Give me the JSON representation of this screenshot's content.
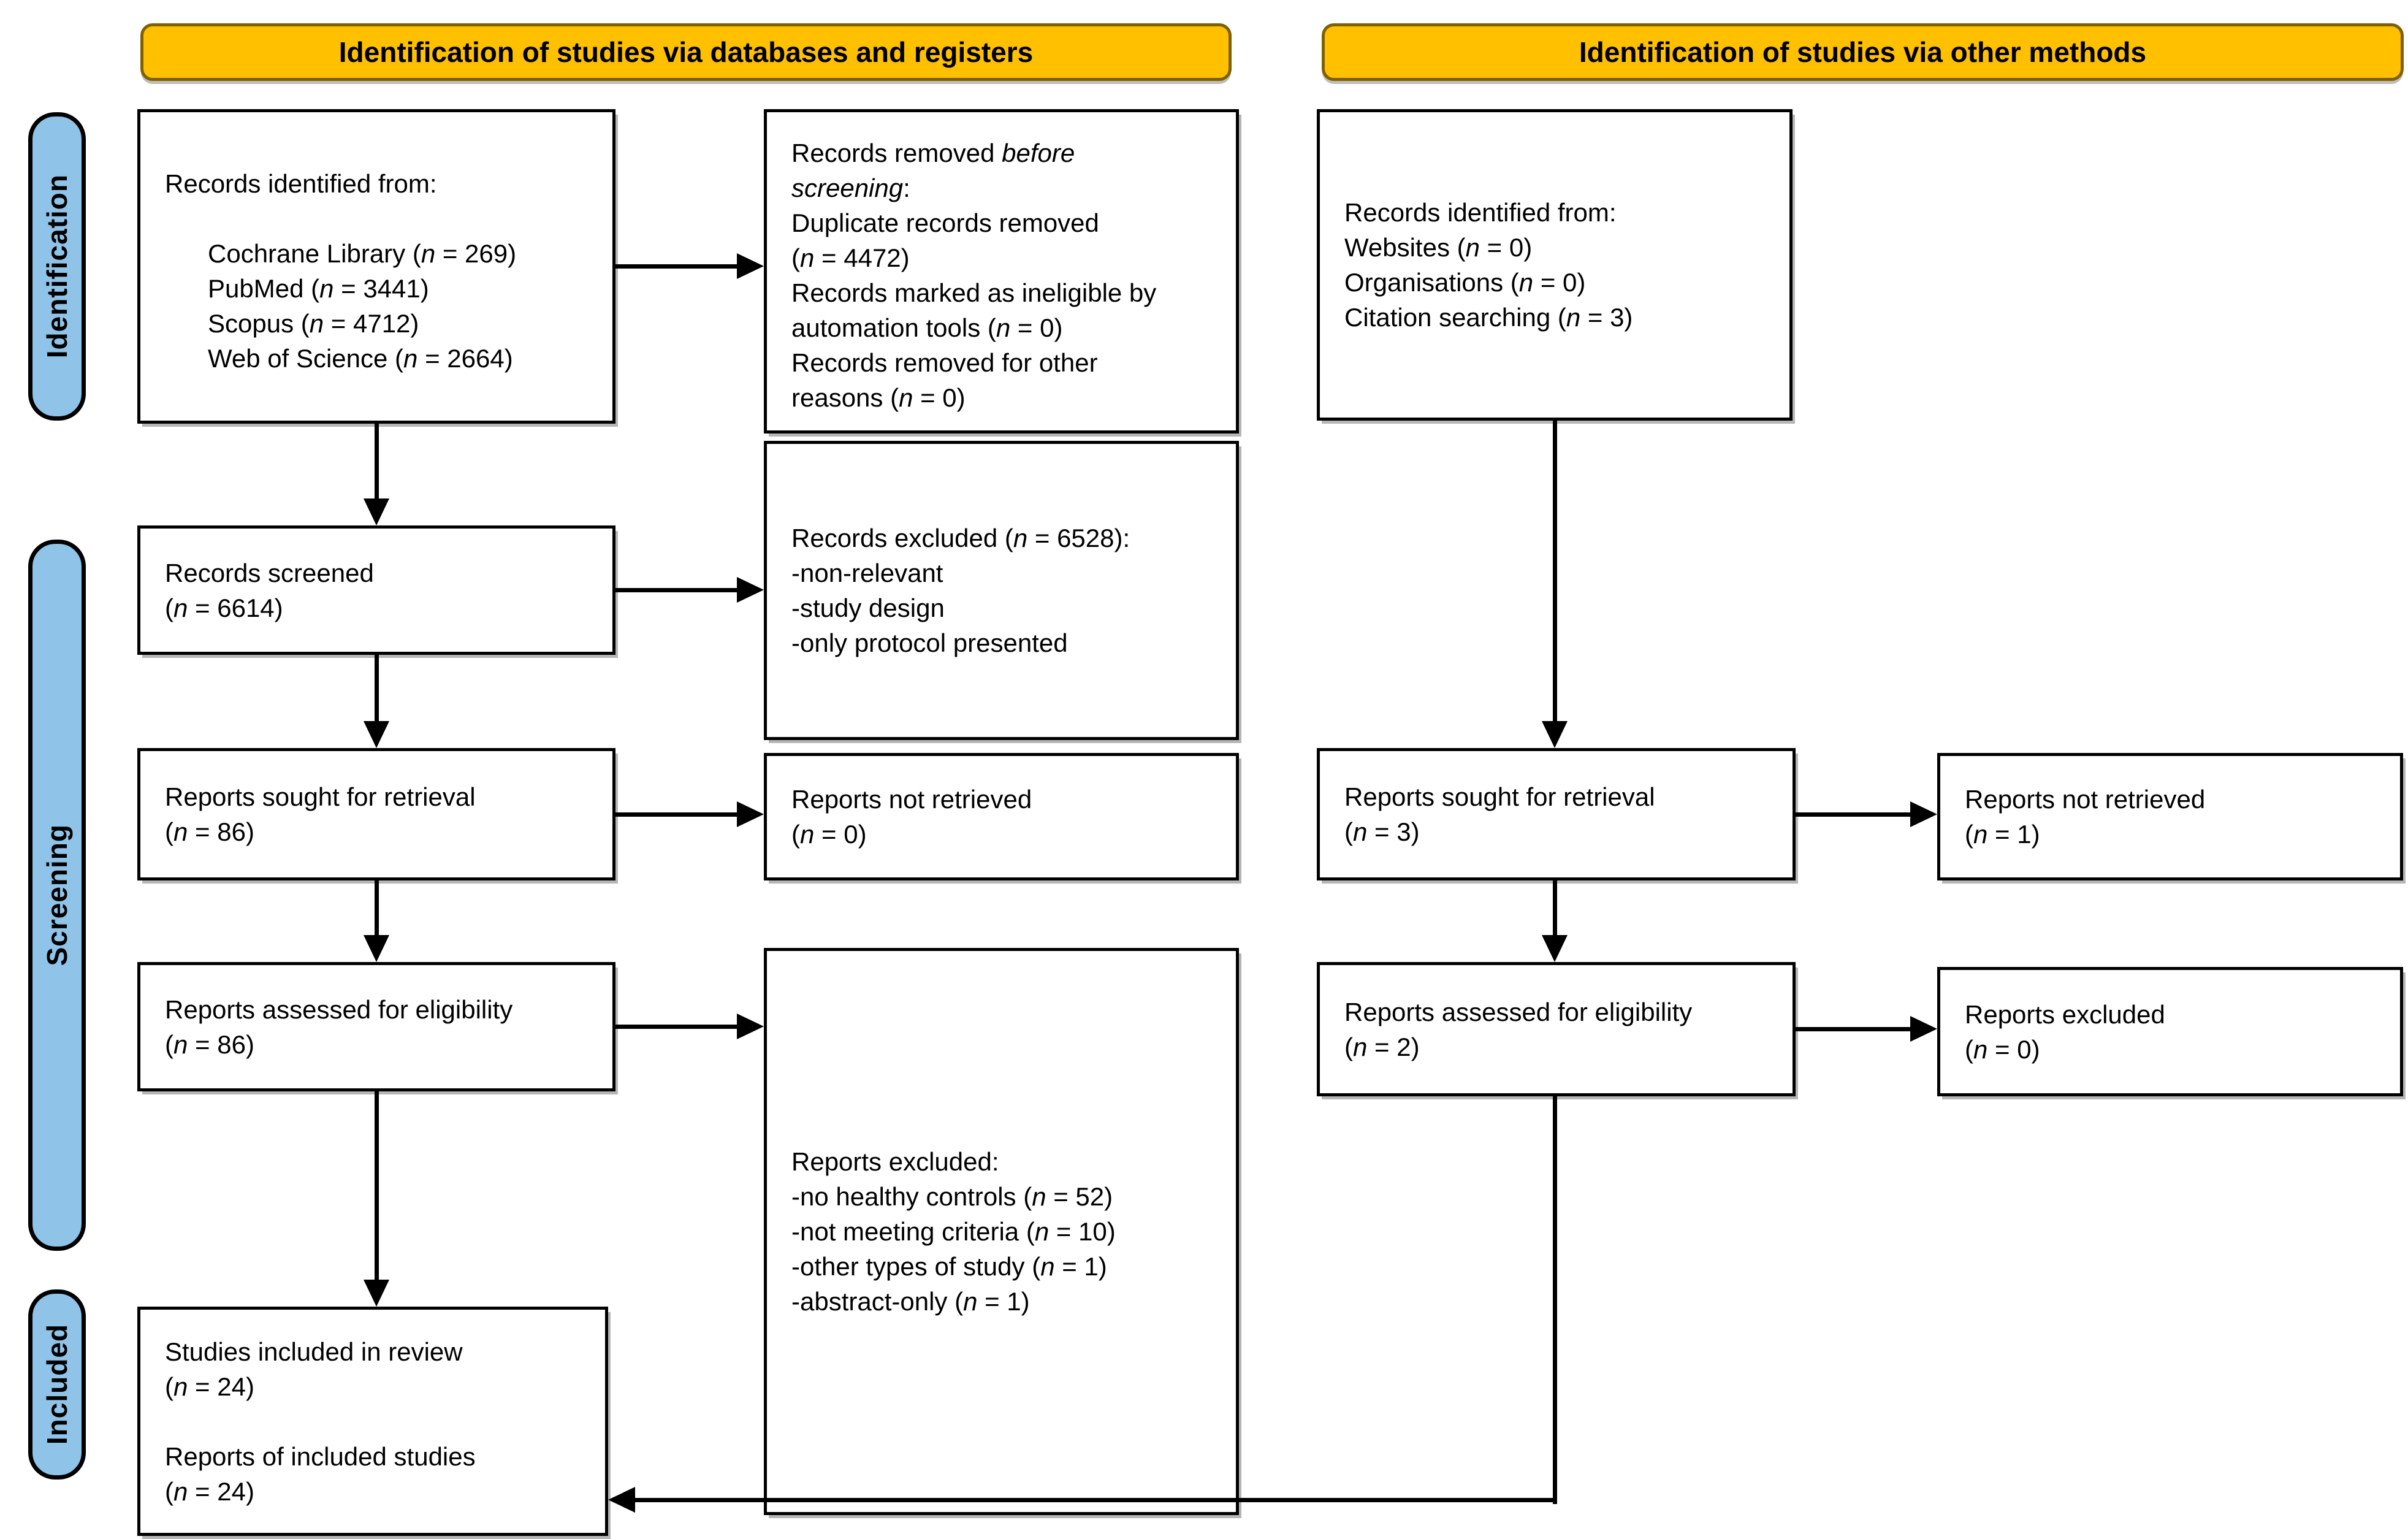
{
  "banners": [
    {
      "label": "Identification of studies via databases and registers"
    },
    {
      "label": "Identification of studies via other methods"
    }
  ],
  "sidebar": [
    {
      "label": "Identification"
    },
    {
      "label": "Screening"
    },
    {
      "label": "Included"
    }
  ],
  "colors": {
    "banner_fill": "#FFC000",
    "banner_border": "#7F6000",
    "sidebar_fill": "#8FC3E7",
    "sidebar_border": "#000000",
    "box_border": "#000000",
    "arrow_color": "#000000"
  },
  "boxes": [
    {
      "id": "records-identified-databases",
      "lines": [
        {
          "t": "Records identified from:"
        },
        {
          "t": ""
        },
        {
          "t": "Cochrane Library (*n* = 269)",
          "indent": true
        },
        {
          "t": "PubMed (*n* = 3441)",
          "indent": true
        },
        {
          "t": "Scopus (*n* = 4712)",
          "indent": true
        },
        {
          "t": "Web of Science (*n* = 2664)",
          "indent": true
        }
      ]
    },
    {
      "id": "records-removed-before-screening",
      "lines": [
        {
          "t": "Records removed *before*"
        },
        {
          "t": "*screening*:"
        },
        {
          "t": "Duplicate records removed"
        },
        {
          "t": "(*n* = 4472)"
        },
        {
          "t": "Records marked as ineligible by"
        },
        {
          "t": "automation tools (*n* = 0)"
        },
        {
          "t": "Records removed for other"
        },
        {
          "t": "reasons (*n* = 0)"
        }
      ]
    },
    {
      "id": "records-identified-other",
      "lines": [
        {
          "t": "Records identified from:"
        },
        {
          "t": "Websites (*n* = 0)"
        },
        {
          "t": "Organisations (*n* = 0)"
        },
        {
          "t": "Citation searching (*n* = 3)"
        }
      ]
    },
    {
      "id": "records-screened",
      "lines": [
        {
          "t": "Records screened"
        },
        {
          "t": "(*n* = 6614)"
        }
      ]
    },
    {
      "id": "records-excluded",
      "lines": [
        {
          "t": "Records excluded (*n* = 6528):"
        },
        {
          "t": "-non-relevant"
        },
        {
          "t": "-study design"
        },
        {
          "t": "-only protocol presented"
        }
      ]
    },
    {
      "id": "reports-sought-databases",
      "lines": [
        {
          "t": "Reports sought for retrieval"
        },
        {
          "t": "(*n* = 86)"
        }
      ]
    },
    {
      "id": "reports-not-retrieved-databases",
      "lines": [
        {
          "t": "Reports not retrieved"
        },
        {
          "t": "(*n* = 0)"
        }
      ]
    },
    {
      "id": "reports-sought-other",
      "lines": [
        {
          "t": "Reports sought for retrieval"
        },
        {
          "t": "(*n* = 3)"
        }
      ]
    },
    {
      "id": "reports-not-retrieved-other",
      "lines": [
        {
          "t": "Reports not retrieved"
        },
        {
          "t": "(*n* = 1)"
        }
      ]
    },
    {
      "id": "reports-assessed-databases",
      "lines": [
        {
          "t": "Reports assessed for eligibility"
        },
        {
          "t": "(*n* = 86)"
        }
      ]
    },
    {
      "id": "reports-excluded-reasons",
      "lines": [
        {
          "t": "Reports excluded:"
        },
        {
          "t": "-no healthy controls (*n* = 52)"
        },
        {
          "t": "-not meeting criteria (*n* = 10)"
        },
        {
          "t": "-other types of study (*n* = 1)"
        },
        {
          "t": "-abstract-only (*n* = 1)"
        }
      ]
    },
    {
      "id": "reports-assessed-other",
      "lines": [
        {
          "t": "Reports assessed for eligibility"
        },
        {
          "t": "(*n* = 2)"
        }
      ]
    },
    {
      "id": "reports-excluded-other",
      "lines": [
        {
          "t": "Reports excluded"
        },
        {
          "t": "(*n* = 0)"
        }
      ]
    },
    {
      "id": "studies-included",
      "lines": [
        {
          "t": "Studies included in review"
        },
        {
          "t": "(*n* = 24)"
        },
        {
          "t": ""
        },
        {
          "t": "Reports of included studies"
        },
        {
          "t": "(*n* = 24)"
        }
      ]
    }
  ]
}
